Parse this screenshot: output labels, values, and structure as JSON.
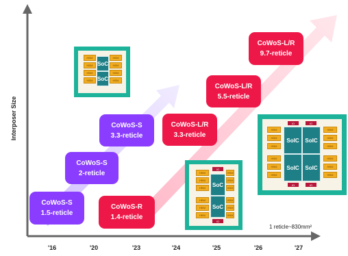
{
  "axis": {
    "y_label": "Interposer Size"
  },
  "years": [
    "'16",
    "'20",
    "'23",
    "'24",
    "'25",
    "'26",
    "'27"
  ],
  "boxes": [
    {
      "name": "CoWoS-S",
      "size": "1.5-reticle",
      "color": "#8a3dff"
    },
    {
      "name": "CoWoS-S",
      "size": "2-reticle",
      "color": "#8a3dff"
    },
    {
      "name": "CoWoS-S",
      "size": "3.3-reticle",
      "color": "#8a3dff"
    },
    {
      "name": "CoWoS-R",
      "size": "1.4-reticle",
      "color": "#ee1848"
    },
    {
      "name": "CoWoS-L/R",
      "size": "3.3-reticle",
      "color": "#ee1848"
    },
    {
      "name": "CoWoS-L/R",
      "size": "5.5-reticle",
      "color": "#ee1848"
    },
    {
      "name": "CoWoS-L/R",
      "size": "9.7-reticle",
      "color": "#ee1848"
    }
  ],
  "note": "1 reticle~830mm²",
  "chips": {
    "soc": "SoC",
    "soic": "SoIC",
    "hbm": "HBM",
    "io": "IO"
  },
  "colors": {
    "purple": "#8a3dff",
    "red": "#ee1848",
    "teal": "#1db39a",
    "hbm": "#f2ad1f"
  }
}
